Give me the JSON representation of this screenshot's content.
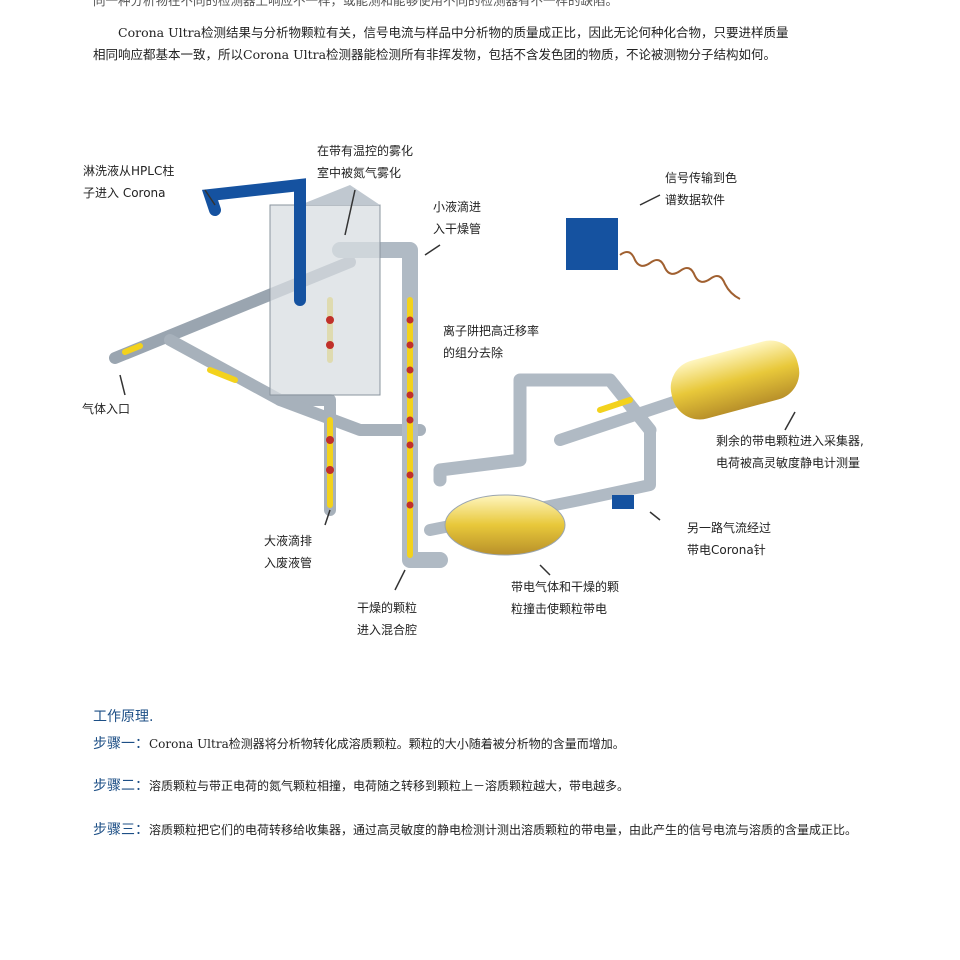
{
  "intro": {
    "cut_line": "同一种分析物在不同的检测器上响应不一样，或能测和能够使用不同的检测器有不一样的缺陷。",
    "para_line1": "Corona Ultra检测结果与分析物颗粒有关，信号电流与样品中分析物的质量成正比，因此无论何种化合物，只要进样质量",
    "para_line2": "相同响应都基本一致，所以Corona Ultra检测器能检测所有非挥发物，包括不含发色团的物质，不论被测物分子结构如何。"
  },
  "diagram": {
    "labels": {
      "eluent": "淋洗液从HPLC柱\n子进入 Corona",
      "nebulize": "在带有温控的雾化\n室中被氮气雾化",
      "droplets": "小液滴进\n入干燥管",
      "signal": "信号传输到色\n谱数据软件",
      "ion_trap": "离子阱把高迁移率\n的组分去除",
      "gas_in": "气体入口",
      "collector": "剩余的带电颗粒进入采集器,\n电荷被高灵敏度静电计测量",
      "corona_needle": "另一路气流经过\n带电Corona针",
      "large_drops": "大液滴排\n入废液管",
      "dried": "干燥的颗粒\n进入混合腔",
      "charged": "带电气体和干燥的颗\n粒撞击使颗粒带电"
    },
    "colors": {
      "pipe": "#c8d0d8",
      "yellow": "#f3d21c",
      "blue": "#1552a0",
      "drop": "#c0302a"
    }
  },
  "principle": {
    "title": "工作原理.",
    "steps": [
      {
        "key": "步骤一：",
        "text": "Corona Ultra检测器将分析物转化成溶质颗粒。颗粒的大小随着被分析物的含量而增加。"
      },
      {
        "key": "步骤二：",
        "text": "溶质颗粒与带正电荷的氮气颗粒相撞，电荷随之转移到颗粒上－溶质颗粒越大，带电越多。"
      },
      {
        "key": "步骤三：",
        "text": "溶质颗粒把它们的电荷转移给收集器，通过高灵敏度的静电检测计测出溶质颗粒的带电量，由此产生的信号电流与溶质的含量成正比。"
      }
    ]
  }
}
